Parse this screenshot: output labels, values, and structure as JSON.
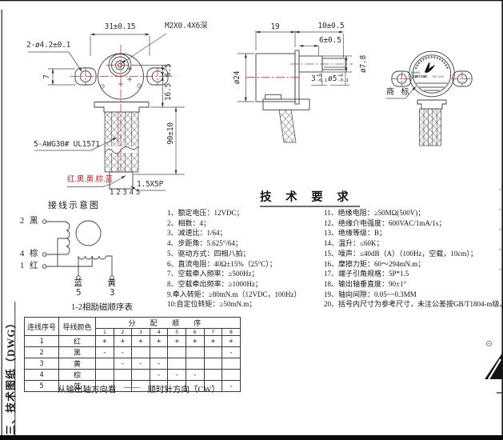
{
  "sheet": {
    "side_label": "三、技术图纸（DWG）"
  },
  "front_view": {
    "dim_width": "31±0.15",
    "screw_label": "M2X0.4X6深",
    "holes_label": "2-ø4.2±0.1",
    "dim_ear": "7",
    "dim_shaft_offset": "6.5",
    "dim_body": "16.5",
    "dim_wire": "90±10",
    "cable_label": "5-AWG30# UL1571",
    "wire_colors": "红.黑.黄.棕.蓝",
    "pin_numbers": "12345",
    "connector_label": "1.5X5P"
  },
  "side_view": {
    "dim_depth": "19",
    "dim_shaft": "10±0.5",
    "dim_boss": "6±0.5",
    "dim_body_dia": "ø24",
    "dim_boss_dia": "ø7.8",
    "flat": {
      "val": "3",
      "sup": "+0",
      "sub": "-0.1"
    },
    "shaft_dia": {
      "val": "ø5",
      "sup": "+0",
      "sub": "-0.1"
    }
  },
  "back_view": {
    "trademark": "商 标",
    "badge": {
      "rohs": "RoHS",
      "model": "24BYJ48",
      "voltage": "DC 12V"
    }
  },
  "requirements": {
    "title": "技 术 要 求",
    "left": [
      "1、额定电压：12VDC；",
      "2、相数：4；",
      "3、减速比：1/64；",
      "4、步距角：5.625°/64；",
      "5、驱动方式：四相八拍；",
      "6、直流电阻：40Ω±15%（25°C）；",
      "7、空载牵入频率：≥500Hz；",
      "8、空载牵出频率：≥1000Hz；",
      "9.牵入转矩：≥80mN.m（12VDC，100Hz）",
      "10:自定位转矩：≥50mN.m；"
    ],
    "right": [
      "11、绝缘电阻：≥50MΩ(500V)；",
      "12、绝缘介电强度：600VAC/1mA/1s；",
      "13、绝缘等级：B；",
      "14、温升：≤60K；",
      "15、噪声：≤40dB（A）（100Hz，空载，10cm）；",
      "16、摩擦力矩：60～294mN.m；",
      "17、端子引角规格：5P*1.5",
      "18、输出轴垂直度：90±1°",
      "19、轴向间隙：0.05~~0.3MM",
      "20、括号内尺寸为参考尺寸，未注公差按GB/T1804-m级。"
    ]
  },
  "wiring": {
    "title": "接线示意图",
    "caption": "1-2相励磁顺序表",
    "left_terminals": [
      {
        "num": "2",
        "color": "黑"
      },
      {
        "num": "4",
        "color": "棕"
      },
      {
        "num": "1",
        "color": "红"
      }
    ],
    "bottom_terminals": [
      {
        "color": "蓝",
        "num": "5"
      },
      {
        "color": "黄",
        "num": "3"
      }
    ]
  },
  "sequence_table": {
    "col_seq": "连线序号",
    "col_color": "导线颜色",
    "col_order": "分 配 顺 序",
    "steps": [
      "1",
      "2",
      "3",
      "4",
      "5",
      "6",
      "7",
      "8"
    ],
    "rows": [
      {
        "seq": "1",
        "color": "红",
        "marks": [
          "+",
          "+",
          "+",
          "+",
          "+",
          "+",
          "+",
          "+"
        ]
      },
      {
        "seq": "2",
        "color": "黑",
        "marks": [
          "-",
          "-",
          "",
          "",
          "",
          "",
          "",
          "-"
        ]
      },
      {
        "seq": "3",
        "color": "黄",
        "marks": [
          "",
          "-",
          "-",
          "-",
          "",
          "",
          "",
          ""
        ]
      },
      {
        "seq": "4",
        "color": "棕",
        "marks": [
          "",
          "",
          "",
          "-",
          "-",
          "-",
          "",
          ""
        ]
      },
      {
        "seq": "5",
        "color": "蓝",
        "marks": [
          "",
          "",
          "",
          "",
          "",
          "-",
          "-",
          "-"
        ]
      }
    ],
    "footer": {
      "left": "从输出轴方向看",
      "dash": "——",
      "right": "顺时针方向（CW）"
    }
  },
  "colors": {
    "line": "#3d3d3d",
    "centerline_red": "#c93030",
    "rohs_green": "#1d9240",
    "wire_text_red": "#c52222"
  }
}
